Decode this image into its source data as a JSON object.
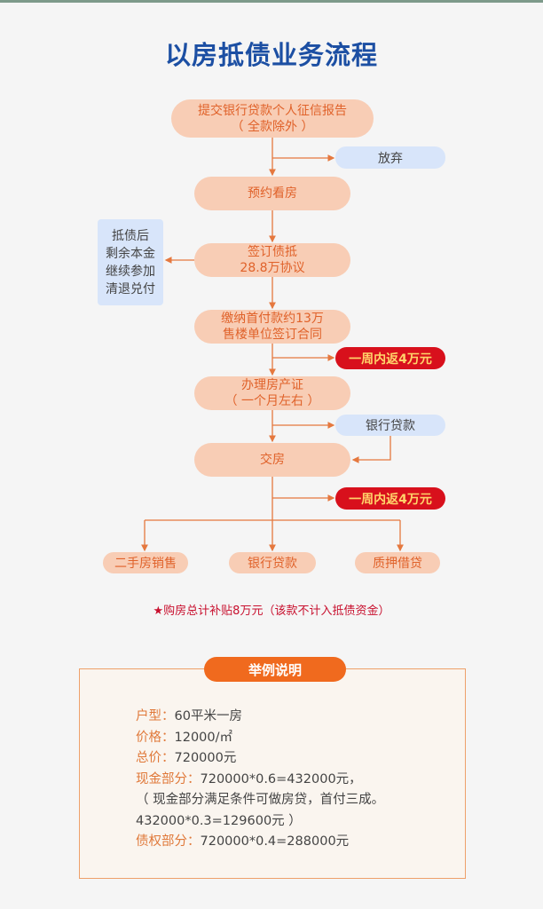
{
  "title": "以房抵债业务流程",
  "nodes": {
    "n1a": "提交银行贷款个人征信报告",
    "n1b": "（ 全款除外 ）",
    "n2": "预约看房",
    "n3a": "签订债抵",
    "n3b": "28.8万协议",
    "n4a": "缴纳首付款约13万",
    "n4b": "售楼单位签订合同",
    "n5a": "办理房产证",
    "n5b": "（ 一个月左右 ）",
    "n6": "交房"
  },
  "side": {
    "abandon": "放弃",
    "bank_loan": "银行贷款",
    "rebate1": "一周内返4万元",
    "rebate2": "一周内返4万元",
    "left_box": [
      "抵债后",
      "剩余本金",
      "继续参加",
      "清退兑付"
    ]
  },
  "outcomes": [
    "二手房销售",
    "银行贷款",
    "质押借贷"
  ],
  "note": "★购房总计补贴8万元（该款不计入抵债资金）",
  "example": {
    "header": "举例说明",
    "lines": [
      {
        "k": "户型：",
        "v": "60平米一房"
      },
      {
        "k": "价格：",
        "v": "12000/㎡"
      },
      {
        "k": "总价：",
        "v": "720000元"
      },
      {
        "k": "现金部分：",
        "v": "720000*0.6=432000元，"
      },
      {
        "k": "",
        "v": "（ 现金部分满足条件可做房贷，首付三成。"
      },
      {
        "k": "",
        "v": "432000*0.3=129600元 ）"
      },
      {
        "k": "债权部分：",
        "v": "720000*0.4=288000元"
      }
    ]
  },
  "colors": {
    "title": "#1c4fa3",
    "node": "#f8cdb5",
    "node_text": "#e0622a",
    "blue": "#d8e5fa",
    "red": "#d8101c",
    "accent": "#f06a1e"
  }
}
